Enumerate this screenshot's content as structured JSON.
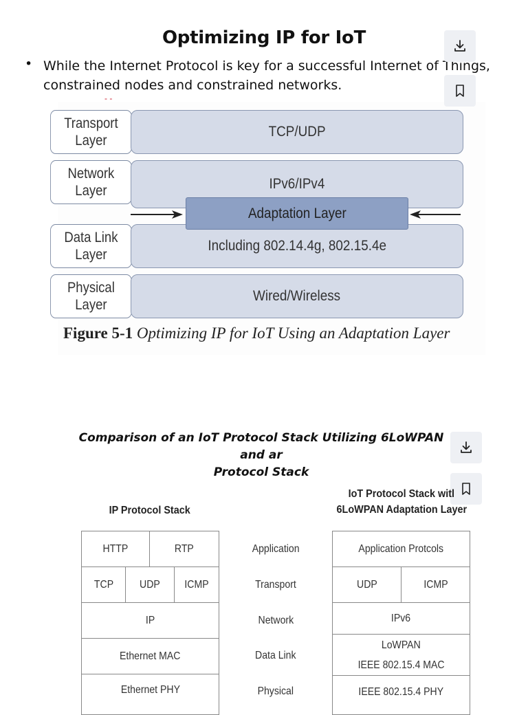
{
  "slide1": {
    "title": "Optimizing IP for IoT",
    "bullet_mark": "•",
    "bullet_line1": "While the Internet Protocol is key for a successful Internet of Things,",
    "bullet_line2": "constrained nodes and constrained networks.",
    "dash_mark": "- -",
    "figure": {
      "layers": [
        {
          "label_line1": "Transport",
          "label_line2": "Layer",
          "box": "TCP/UDP"
        },
        {
          "label_line1": "Network",
          "label_line2": "Layer",
          "box": "IPv6/IPv4"
        },
        {
          "label_line1": "Data Link",
          "label_line2": "Layer",
          "box": "Including 802.14.4g, 802.15.4e"
        },
        {
          "label_line1": "Physical",
          "label_line2": "Layer",
          "box": "Wired/Wireless"
        }
      ],
      "adaptation": "Adaptation Layer",
      "caption_bold": "Figure 5-1",
      "caption_italic": "Optimizing IP for IoT Using an Adaptation Layer"
    }
  },
  "slide2": {
    "title_line1": "Comparison of an IoT Protocol Stack Utilizing 6LoWPAN and ar",
    "title_line2": "Protocol Stack",
    "left_head": "IP Protocol Stack",
    "right_head_line1": "IoT Protocol Stack witl",
    "right_head_line2": "6LoWPAN Adaptation Layer",
    "left": {
      "http": "HTTP",
      "rtp": "RTP",
      "tcp": "TCP",
      "udp": "UDP",
      "icmp": "ICMP",
      "ip": "IP",
      "mac": "Ethernet MAC",
      "phy": "Ethernet PHY"
    },
    "middle": [
      "Application",
      "Transport",
      "Network",
      "Data Link",
      "Physical"
    ],
    "right": {
      "app": "Application Protcols",
      "udp": "UDP",
      "icmp": "ICMP",
      "ipv6": "IPv6",
      "lowpan": "LoWPAN",
      "mac": "IEEE 802.15.4 MAC",
      "phy": "IEEE 802.15.4 PHY"
    }
  },
  "icons": [
    "download-icon",
    "bookmark-icon"
  ],
  "colors": {
    "layer_fill": "#d5dbe8",
    "adaptation_fill": "#8da0c4",
    "button_bg": "#eef0f4"
  }
}
